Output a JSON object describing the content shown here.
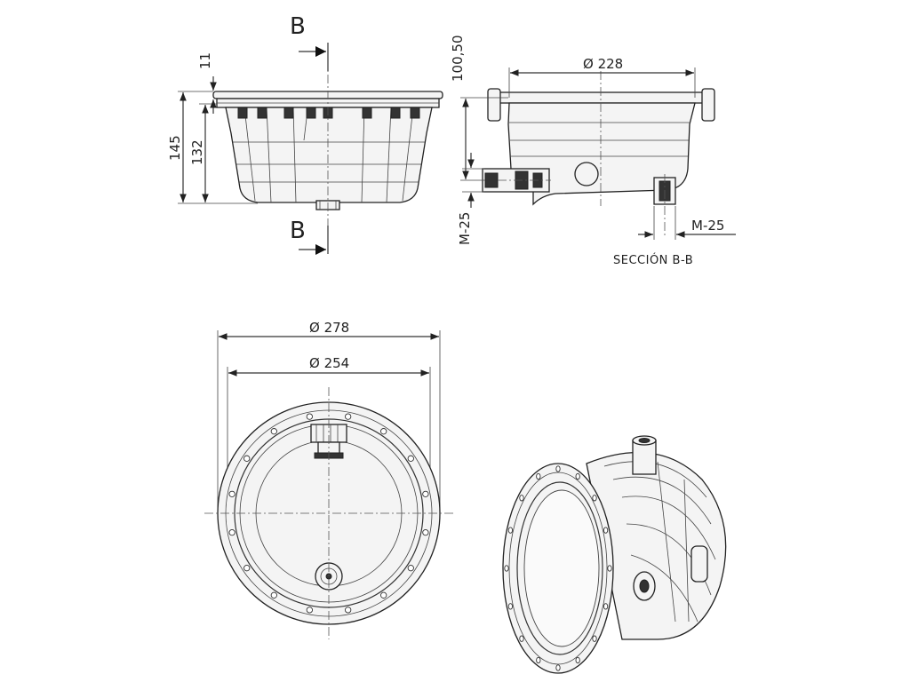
{
  "section_letter_top": "B",
  "section_letter_bottom": "B",
  "dims": {
    "flange_height": "11",
    "overall_height": "145",
    "body_height": "132",
    "section_height": "100,50",
    "inner_diameter": "Ø 228",
    "outer_diameter": "Ø 278",
    "mid_diameter": "Ø 254",
    "thread_left": "M-25",
    "thread_right": "M-25"
  },
  "section_caption": "SECCIÓN B-B"
}
